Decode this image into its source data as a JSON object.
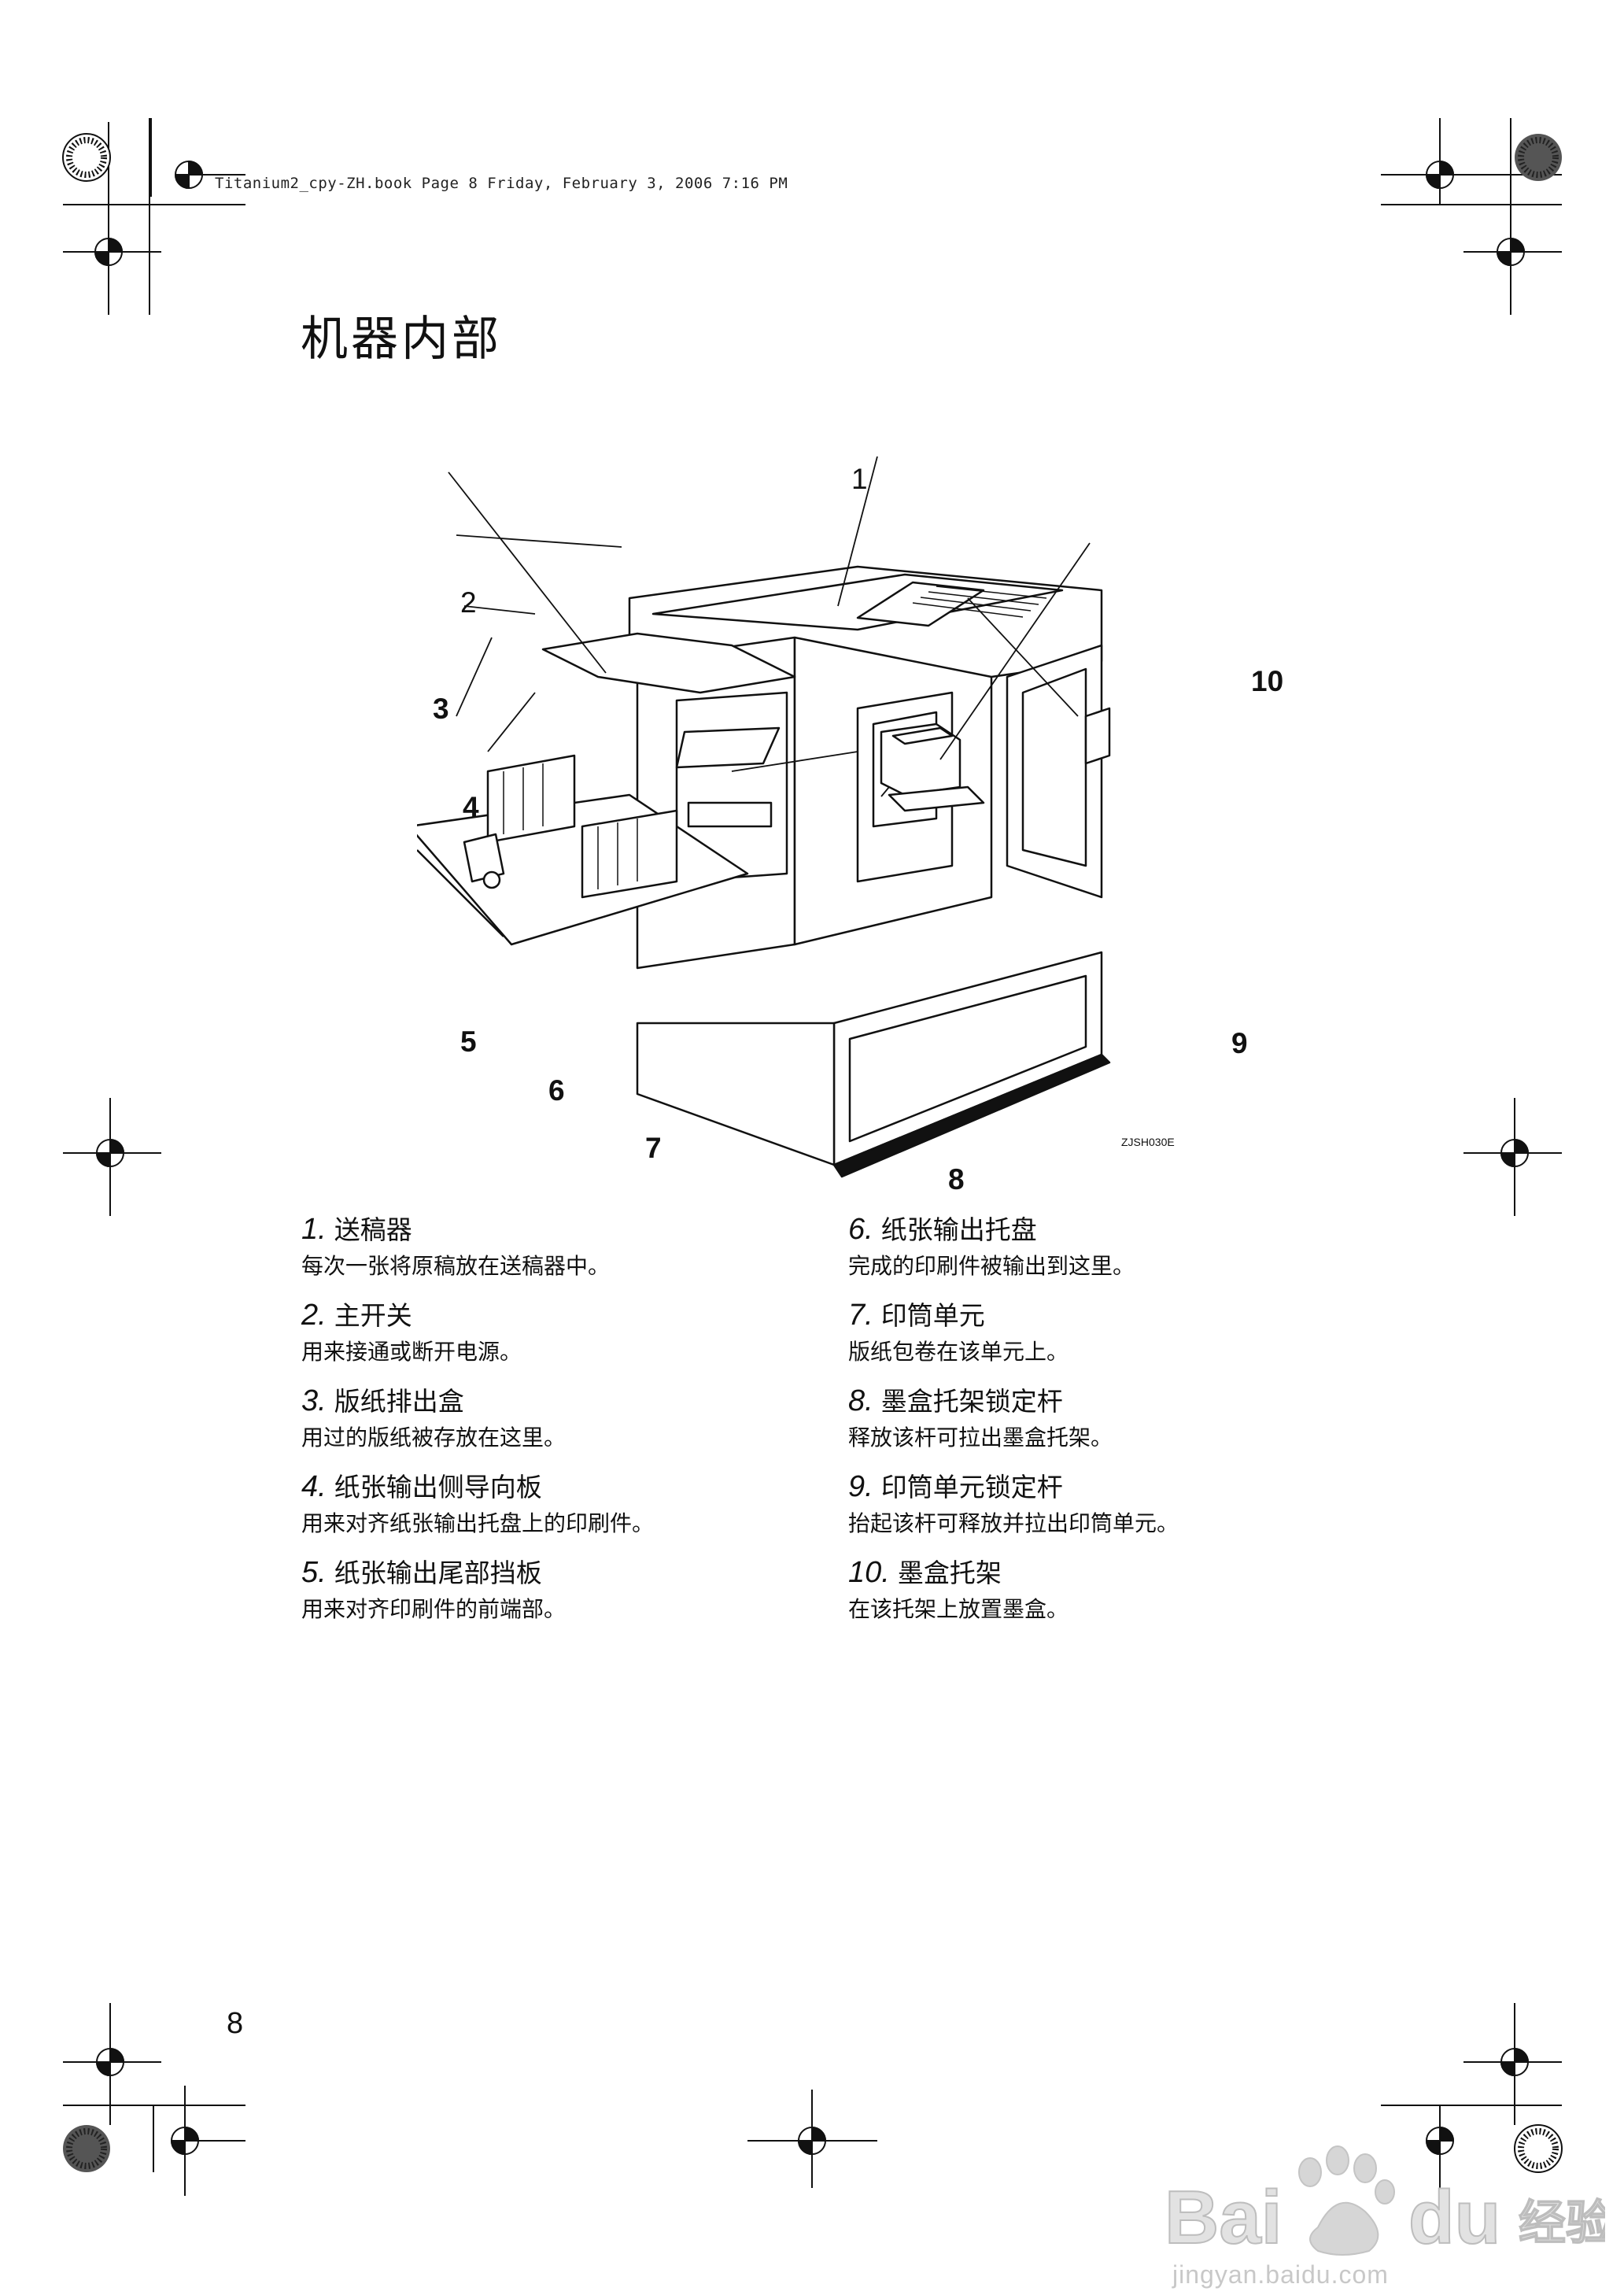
{
  "header": {
    "book_info": "Titanium2_cpy-ZH.book  Page 8  Friday, February 3, 2006  7:16 PM"
  },
  "page_title": "机器内部",
  "diagram": {
    "callouts": [
      "1",
      "2",
      "3",
      "4",
      "5",
      "6",
      "7",
      "8",
      "9",
      "10"
    ],
    "figure_code": "ZJSH030E"
  },
  "items": [
    {
      "num": "1.",
      "title": "送稿器",
      "desc": "每次一张将原稿放在送稿器中。"
    },
    {
      "num": "2.",
      "title": "主开关",
      "desc": "用来接通或断开电源。"
    },
    {
      "num": "3.",
      "title": "版纸排出盒",
      "desc": "用过的版纸被存放在这里。"
    },
    {
      "num": "4.",
      "title": "纸张输出侧导向板",
      "desc": "用来对齐纸张输出托盘上的印刷件。"
    },
    {
      "num": "5.",
      "title": "纸张输出尾部挡板",
      "desc": "用来对齐印刷件的前端部。"
    },
    {
      "num": "6.",
      "title": "纸张输出托盘",
      "desc": "完成的印刷件被输出到这里。"
    },
    {
      "num": "7.",
      "title": "印筒单元",
      "desc": "版纸包卷在该单元上。"
    },
    {
      "num": "8.",
      "title": "墨盒托架锁定杆",
      "desc": "释放该杆可拉出墨盒托架。"
    },
    {
      "num": "9.",
      "title": "印筒单元锁定杆",
      "desc": "抬起该杆可释放并拉出印筒单元。"
    },
    {
      "num": "10.",
      "title": "墨盒托架",
      "desc": "在该托架上放置墨盒。"
    }
  ],
  "page_number": "8",
  "watermark": {
    "logo_text": "Bai du 经验",
    "url": "jingyan.baidu.com"
  }
}
